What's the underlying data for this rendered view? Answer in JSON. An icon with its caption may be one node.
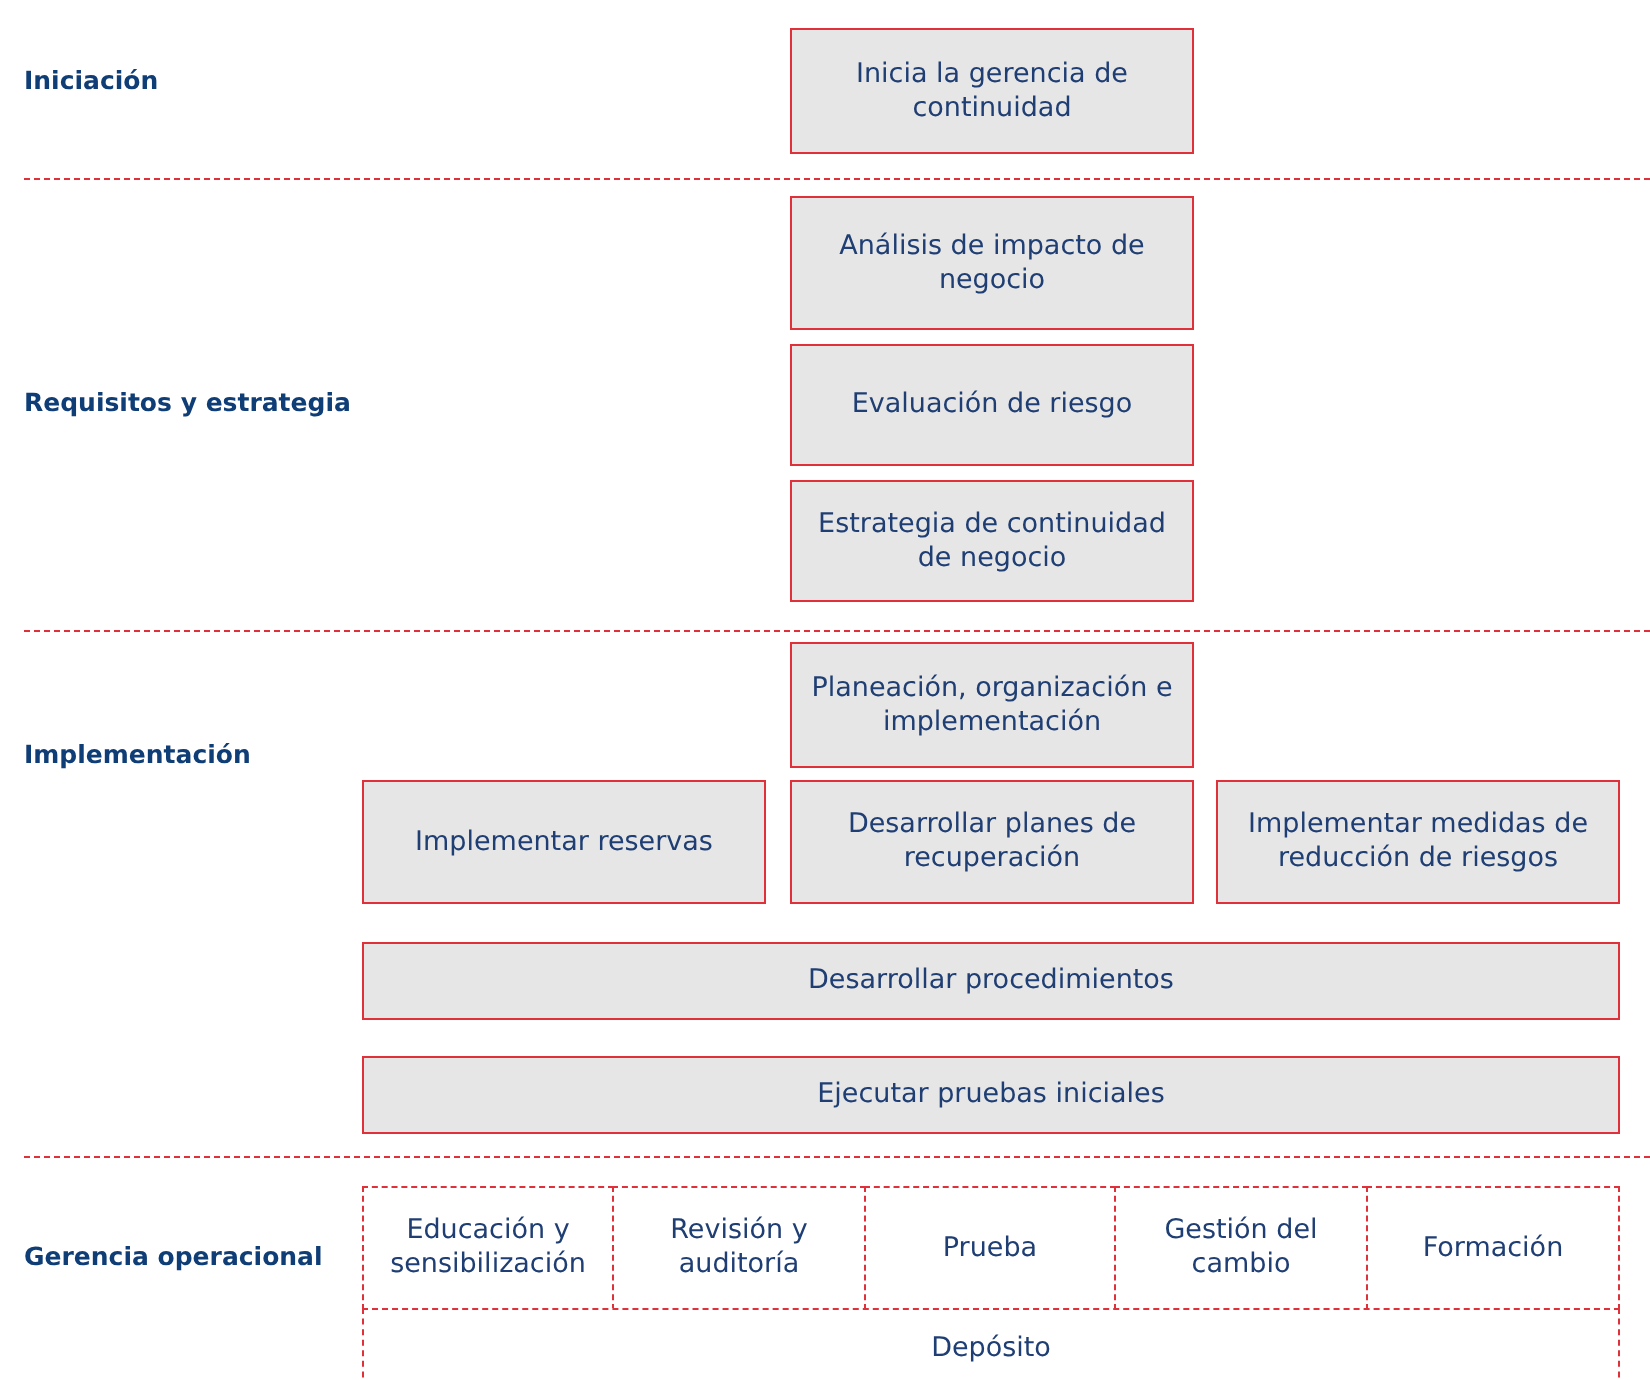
{
  "diagram": {
    "nodes": [
      {
        "text": [
          "Inicia la gerencia de continuidad"
        ]
      },
      {
        "text": [
          "Análisis de impacto de negocio"
        ]
      },
      {
        "text": [
          "Evaluación de riesgo"
        ]
      },
      {
        "text": [
          "Estrategia de continuidad de negocio"
        ]
      },
      {
        "text": [
          "Planeación, organización e implementación"
        ]
      },
      {
        "text": [
          "Implementar reservas"
        ]
      },
      {
        "text": [
          "Desarrollar planes de recuperación"
        ]
      },
      {
        "text": [
          "Implementar medidas de reducción de riesgos"
        ]
      },
      {
        "text": [
          "Desarrollar procedimientos"
        ]
      },
      {
        "text": [
          "Ejecutar pruebas iniciales"
        ]
      },
      {
        "text": [
          "Educación y sensibilización"
        ]
      },
      {
        "text": [
          "Revisión y auditoría"
        ]
      },
      {
        "text": [
          "Prueba"
        ]
      },
      {
        "text": [
          "Gestión del cambio"
        ]
      },
      {
        "text": [
          "Formación"
        ]
      },
      {
        "text": [
          "Depósito"
        ]
      }
    ],
    "edges": [],
    "labels": [
      "Iniciación",
      "Requisitos y estrategia",
      "Implementación",
      "Gerencia operacional"
    ]
  }
}
